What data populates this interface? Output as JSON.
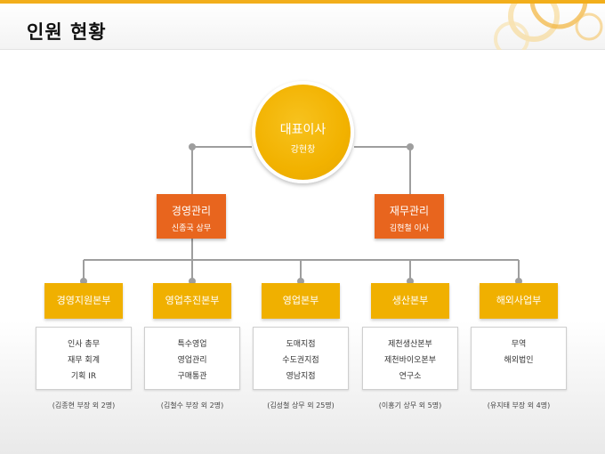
{
  "page": {
    "title": "인원 현황"
  },
  "colors": {
    "accent": "#f2ae1b",
    "ceo": "#f2b200",
    "executive": "#e8651e",
    "department": "#f0b000"
  },
  "ceo": {
    "title": "대표이사",
    "name": "강현창"
  },
  "executives": [
    {
      "title": "경영관리",
      "name": "신종국 상무"
    },
    {
      "title": "재무관리",
      "name": "김현철 이사"
    }
  ],
  "departments": [
    {
      "name": "경영지원본부",
      "items": [
        "인사 총무",
        "재무 회계",
        "기획 IR"
      ],
      "note": "(김종현 부장 외 2명)"
    },
    {
      "name": "영업추진본부",
      "items": [
        "특수영업",
        "영업관리",
        "구매통관"
      ],
      "note": "(김철수 부장 외 2명)"
    },
    {
      "name": "영업본부",
      "items": [
        "도매지점",
        "수도권지점",
        "영남지점"
      ],
      "note": "(김성철 상무 외 25명)"
    },
    {
      "name": "생산본부",
      "items": [
        "제천생산본부",
        "제천바이오본부",
        "연구소"
      ],
      "note": "(이홍기 상무 외 5명)"
    },
    {
      "name": "해외사업부",
      "items": [
        "무역",
        "해외법인"
      ],
      "note": "(유지태 부장 외 4명)"
    }
  ]
}
